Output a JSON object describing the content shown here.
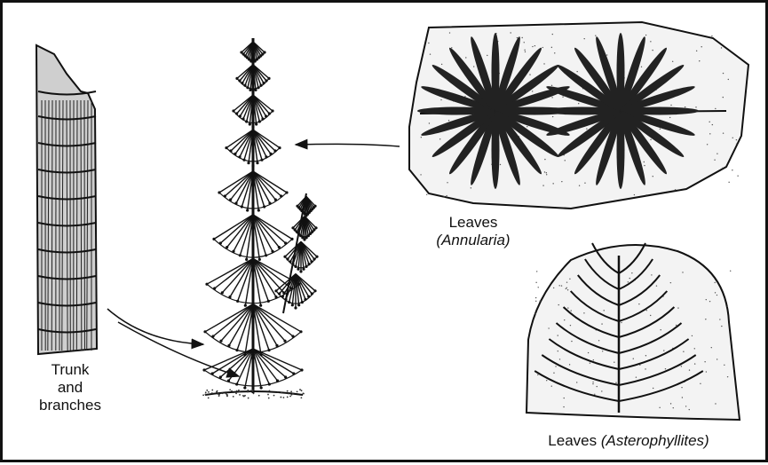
{
  "labels": {
    "trunk": [
      "Trunk",
      "and",
      "branches"
    ],
    "annularia": {
      "prefix": "Leaves",
      "species": "(Annularia)"
    },
    "asterophyllites": {
      "prefix": "Leaves ",
      "species": "(Asterophyllites)"
    }
  },
  "colors": {
    "ink": "#111111",
    "paper": "#ffffff",
    "stone": "#f3f3f3"
  }
}
